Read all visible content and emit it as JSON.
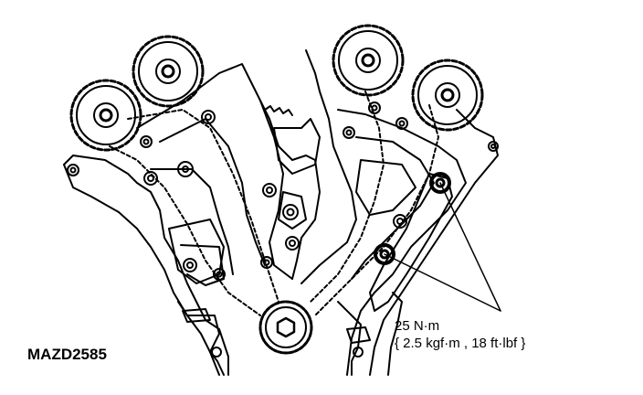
{
  "figure": {
    "id": "MAZD2585"
  },
  "callout": {
    "torque_metric": "25 N·m",
    "torque_alt": "{ 2.5 kgf·m , 18 ft·lbf }"
  },
  "colors": {
    "line": "#000000",
    "background": "#ffffff"
  }
}
